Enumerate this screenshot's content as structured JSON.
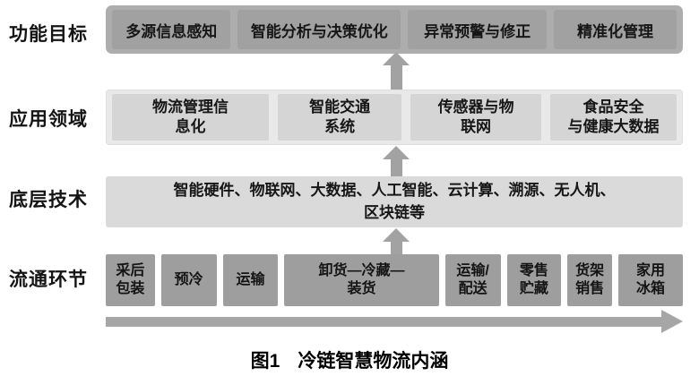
{
  "figure": {
    "caption_number": "图1",
    "caption_title": "冷链智慧物流内涵"
  },
  "layers": {
    "goals": {
      "label": "功能目标",
      "items": [
        "多源信息感知",
        "智能分析与决策优化",
        "异常预警与修正",
        "精准化管理"
      ]
    },
    "applications": {
      "label": "应用领域",
      "items": [
        "物流管理信\n息化",
        "智能交通\n系统",
        "传感器与物\n联网",
        "食品安全\n与健康大数据"
      ]
    },
    "technologies": {
      "label": "底层技术",
      "text": "智能硬件、物联网、大数据、人工智能、云计算、溯源、无人机、\n区块链等"
    },
    "stages": {
      "label": "流通环节",
      "items": [
        "采后\n包装",
        "预冷",
        "运输",
        "卸货—冷藏—\n装货",
        "运输/\n配送",
        "零售\n贮藏",
        "货架\n销售",
        "家用\n冰箱"
      ]
    }
  },
  "colors": {
    "goals_container": "#adadad",
    "goals_cell": "#a1a1a1",
    "apps_container": "#e9e9e9",
    "apps_cell": "#d5d5d5",
    "tech_box": "#dadada",
    "stage_cell": "#9e9e9e",
    "arrow": "#a2a2a2",
    "background": "#ffffff",
    "text": "#161616"
  }
}
